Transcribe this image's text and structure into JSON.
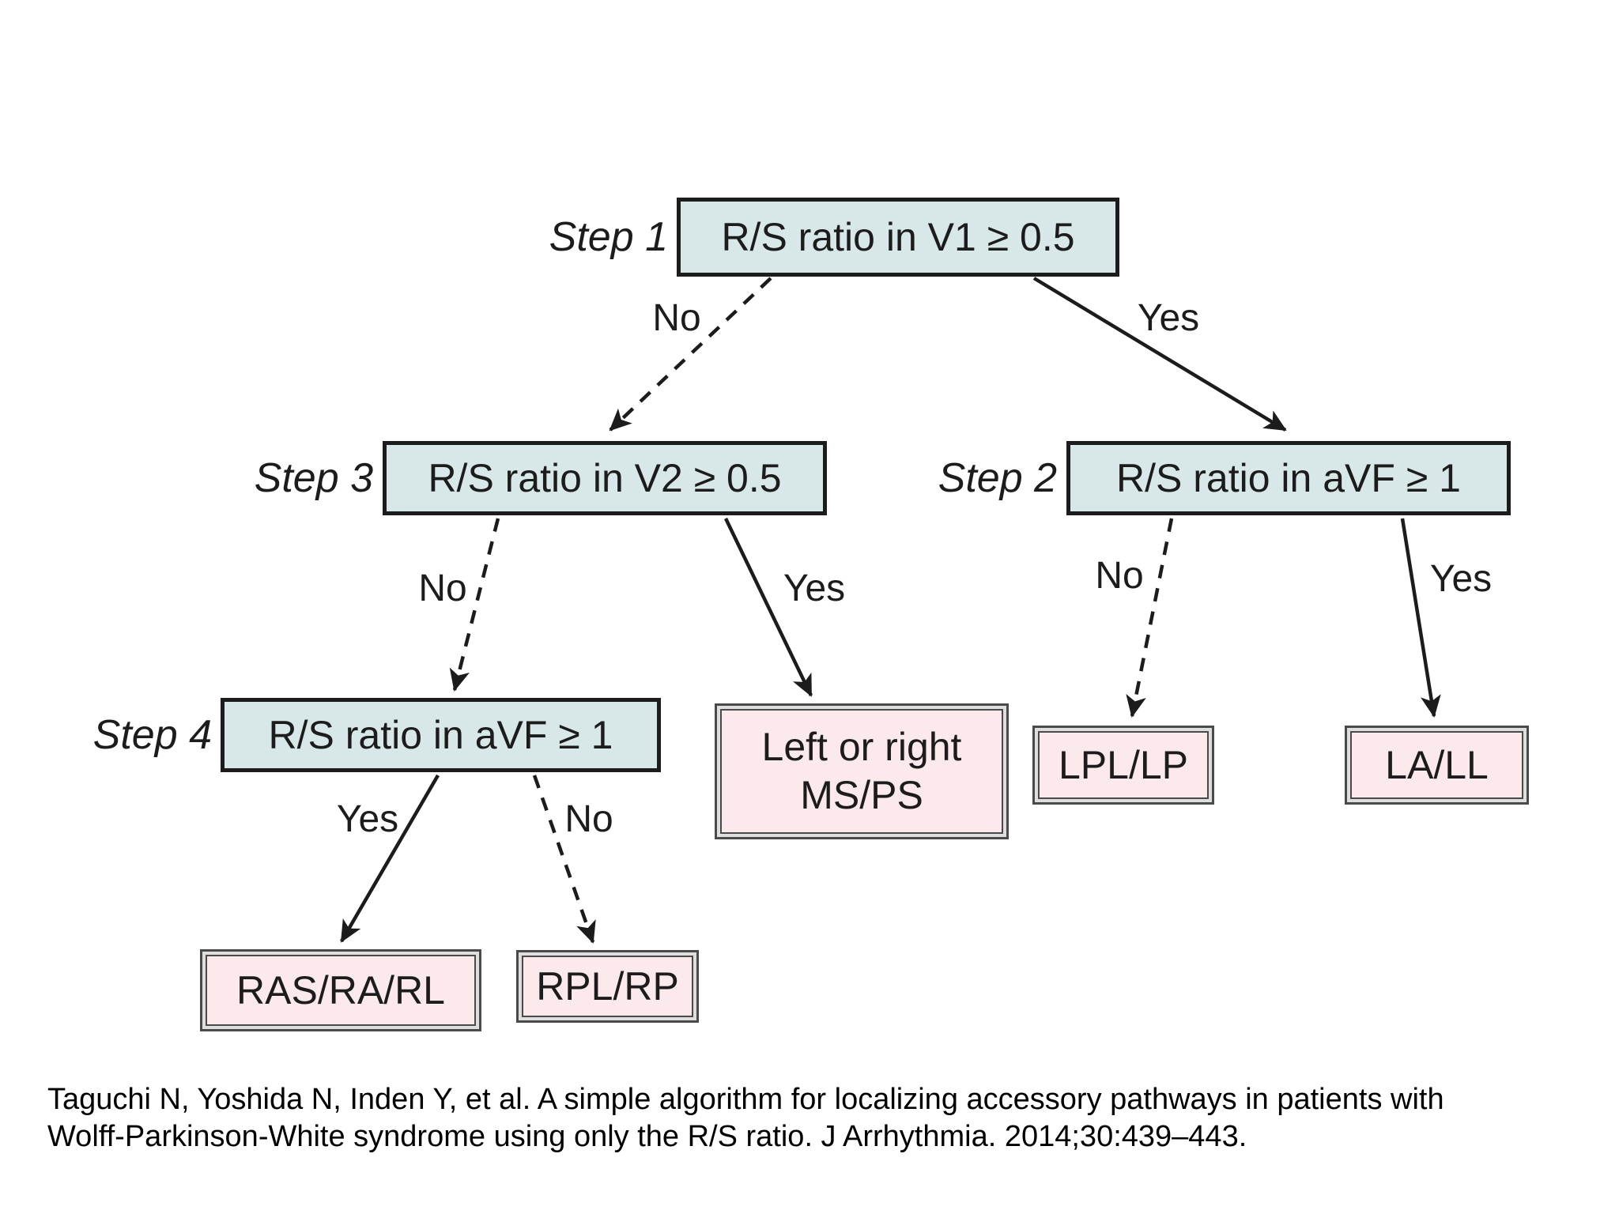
{
  "flowchart": {
    "step1": {
      "label": "Step 1",
      "question": "R/S ratio in V1 ≥ 0.5"
    },
    "step2": {
      "label": "Step 2",
      "question": "R/S ratio in aVF ≥ 1"
    },
    "step3": {
      "label": "Step 3",
      "question": "R/S ratio in V2 ≥ 0.5"
    },
    "step4": {
      "label": "Step 4",
      "question": "R/S ratio in aVF ≥ 1"
    },
    "edges": {
      "step1_no": "No",
      "step1_yes": "Yes",
      "step3_no": "No",
      "step3_yes": "Yes",
      "step2_no": "No",
      "step2_yes": "Yes",
      "step4_yes": "Yes",
      "step4_no": "No"
    },
    "outcomes": {
      "ms_ps_line1": "Left or right",
      "ms_ps_line2": "MS/PS",
      "lpl_lp": "LPL/LP",
      "la_ll": "LA/LL",
      "ras_ra_rl": "RAS/RA/RL",
      "rpl_rp": "RPL/RP"
    },
    "colors": {
      "decision_fill": "#d8e8e8",
      "result_fill": "#fbe9ec",
      "line": "#1c1c1c"
    }
  },
  "citation": {
    "line1": "Taguchi N, Yoshida N, Inden Y, et al. A simple algorithm for localizing accessory pathways in patients with",
    "line2": "Wolff-Parkinson-White syndrome using only the R/S ratio. J Arrhythmia. 2014;30:439–443."
  }
}
